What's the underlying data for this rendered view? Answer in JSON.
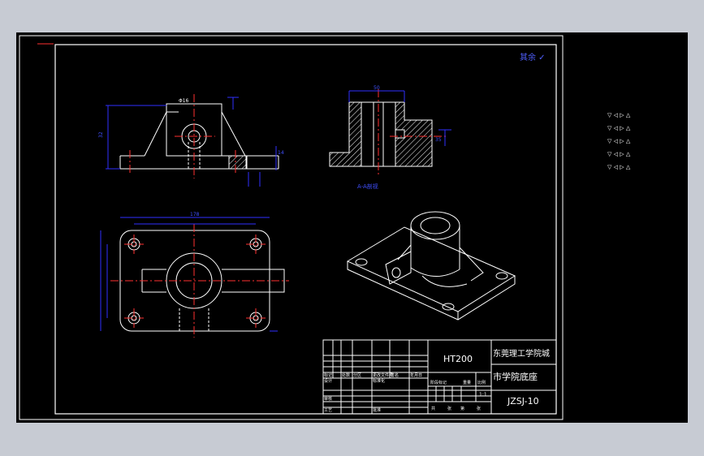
{
  "drawing": {
    "surface_finish_symbol": "其余 ✓",
    "section_label": "A-A剖视",
    "dimensions": {
      "top_height_mark": "32",
      "overall_length_top": "178",
      "right_width": "14",
      "hole_dia": "Φ16",
      "section_top": "50",
      "side_height": "35"
    },
    "title_block": {
      "material": "HT200",
      "school_line1": "东莞理工学院城",
      "school_line2": "市学院底座",
      "drawing_number": "JZSJ-10",
      "scale": "1:1",
      "headers": [
        "标记",
        "处数",
        "分区",
        "更改文件号",
        "签名",
        "年月日"
      ],
      "row_labels": [
        "设计",
        "标准化",
        "审核",
        "工艺",
        "批准"
      ],
      "stage_headers": [
        "阶段标记",
        "重量",
        "比例"
      ],
      "sheet_row": [
        "共",
        "张",
        "第",
        "张"
      ]
    }
  },
  "colors": {
    "background": "#000000",
    "app_bg": "#c7cbd3",
    "line": "#ffffff",
    "center": "#ff2020",
    "dim": "#2a2aff"
  }
}
